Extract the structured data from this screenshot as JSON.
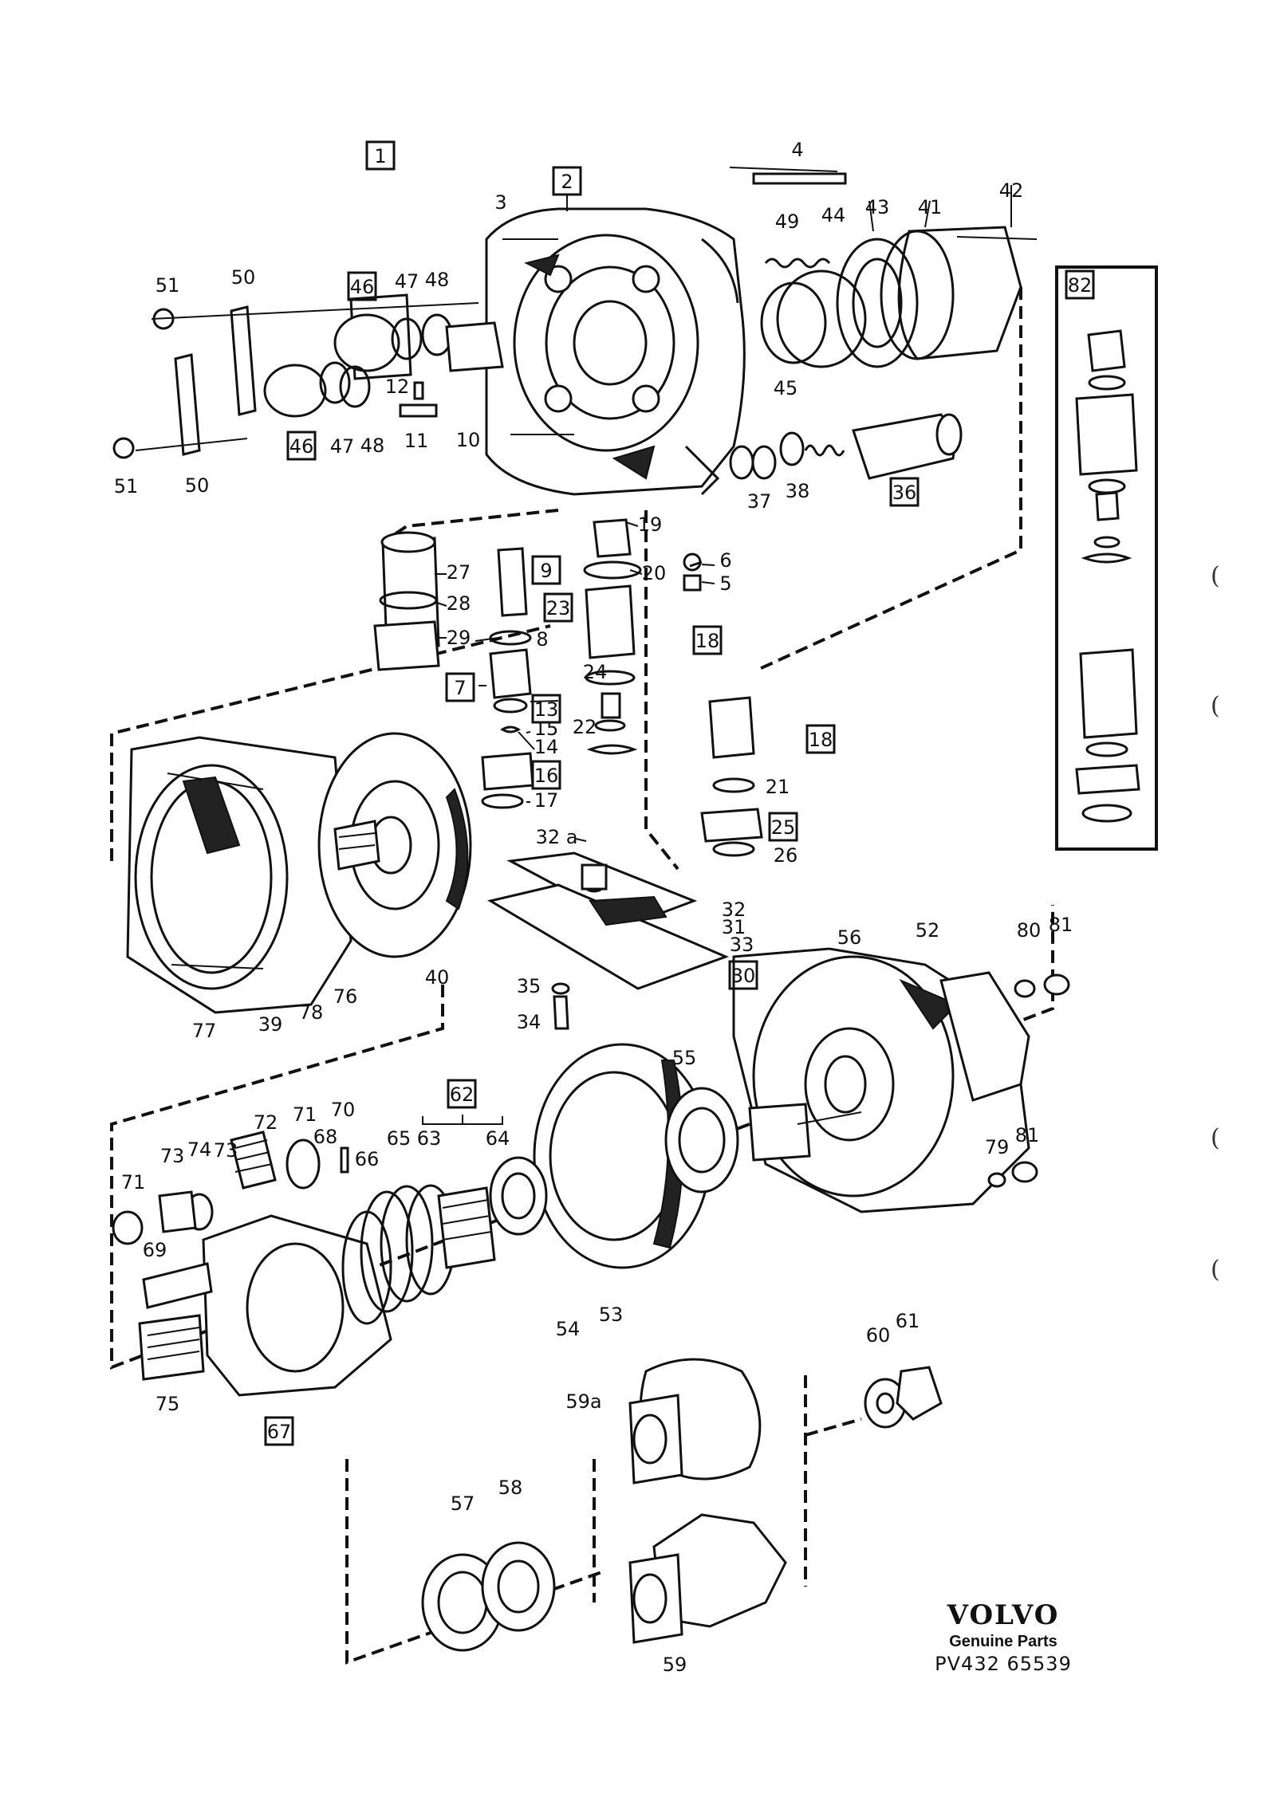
{
  "brand": {
    "logo": "VOLVO",
    "tagline": "Genuine Parts",
    "reference": "PV432 65539"
  },
  "margin_marks": [
    "(",
    "(",
    "(",
    "("
  ],
  "callouts": [
    {
      "id": "c1",
      "text": "1",
      "boxed": true
    },
    {
      "id": "c2",
      "text": "2",
      "boxed": true
    },
    {
      "id": "c3",
      "text": "3",
      "boxed": false
    },
    {
      "id": "c4",
      "text": "4",
      "boxed": false
    },
    {
      "id": "c5",
      "text": "5",
      "boxed": false
    },
    {
      "id": "c6",
      "text": "6",
      "boxed": false
    },
    {
      "id": "c7",
      "text": "7",
      "boxed": true
    },
    {
      "id": "c8",
      "text": "8",
      "boxed": false
    },
    {
      "id": "c9",
      "text": "9",
      "boxed": true
    },
    {
      "id": "c10",
      "text": "10",
      "boxed": false
    },
    {
      "id": "c11",
      "text": "11",
      "boxed": false
    },
    {
      "id": "c12",
      "text": "12",
      "boxed": false
    },
    {
      "id": "c13",
      "text": "13",
      "boxed": true
    },
    {
      "id": "c14",
      "text": "14",
      "boxed": false
    },
    {
      "id": "c15",
      "text": "15",
      "boxed": false
    },
    {
      "id": "c16",
      "text": "16",
      "boxed": true
    },
    {
      "id": "c17",
      "text": "17",
      "boxed": false
    },
    {
      "id": "c18a",
      "text": "18",
      "boxed": true
    },
    {
      "id": "c18b",
      "text": "18",
      "boxed": true
    },
    {
      "id": "c19",
      "text": "19",
      "boxed": false
    },
    {
      "id": "c20",
      "text": "20",
      "boxed": false
    },
    {
      "id": "c21",
      "text": "21",
      "boxed": false
    },
    {
      "id": "c22",
      "text": "22",
      "boxed": false
    },
    {
      "id": "c23",
      "text": "23",
      "boxed": true
    },
    {
      "id": "c24",
      "text": "24",
      "boxed": false
    },
    {
      "id": "c25",
      "text": "25",
      "boxed": true
    },
    {
      "id": "c26",
      "text": "26",
      "boxed": false
    },
    {
      "id": "c27",
      "text": "27",
      "boxed": false
    },
    {
      "id": "c28",
      "text": "28",
      "boxed": false
    },
    {
      "id": "c29",
      "text": "29",
      "boxed": false
    },
    {
      "id": "c30",
      "text": "30",
      "boxed": true
    },
    {
      "id": "c31",
      "text": "31",
      "boxed": false
    },
    {
      "id": "c32",
      "text": "32",
      "boxed": false
    },
    {
      "id": "c32a",
      "text": "32 a",
      "boxed": false
    },
    {
      "id": "c33",
      "text": "33",
      "boxed": false
    },
    {
      "id": "c34",
      "text": "34",
      "boxed": false
    },
    {
      "id": "c35",
      "text": "35",
      "boxed": false
    },
    {
      "id": "c36",
      "text": "36",
      "boxed": true
    },
    {
      "id": "c37",
      "text": "37",
      "boxed": false
    },
    {
      "id": "c38",
      "text": "38",
      "boxed": false
    },
    {
      "id": "c39",
      "text": "39",
      "boxed": false
    },
    {
      "id": "c40",
      "text": "40",
      "boxed": false
    },
    {
      "id": "c41",
      "text": "41",
      "boxed": false
    },
    {
      "id": "c42",
      "text": "42",
      "boxed": false
    },
    {
      "id": "c43",
      "text": "43",
      "boxed": false
    },
    {
      "id": "c44",
      "text": "44",
      "boxed": false
    },
    {
      "id": "c45",
      "text": "45",
      "boxed": false
    },
    {
      "id": "c46a",
      "text": "46",
      "boxed": true
    },
    {
      "id": "c46b",
      "text": "46",
      "boxed": true
    },
    {
      "id": "c47a",
      "text": "47",
      "boxed": false
    },
    {
      "id": "c47b",
      "text": "47",
      "boxed": false
    },
    {
      "id": "c48a",
      "text": "48",
      "boxed": false
    },
    {
      "id": "c48b",
      "text": "48",
      "boxed": false
    },
    {
      "id": "c49",
      "text": "49",
      "boxed": false
    },
    {
      "id": "c50a",
      "text": "50",
      "boxed": false
    },
    {
      "id": "c50b",
      "text": "50",
      "boxed": false
    },
    {
      "id": "c51a",
      "text": "51",
      "boxed": false
    },
    {
      "id": "c51b",
      "text": "51",
      "boxed": false
    },
    {
      "id": "c52",
      "text": "52",
      "boxed": false
    },
    {
      "id": "c53",
      "text": "53",
      "boxed": false
    },
    {
      "id": "c54",
      "text": "54",
      "boxed": false
    },
    {
      "id": "c55",
      "text": "55",
      "boxed": false
    },
    {
      "id": "c56",
      "text": "56",
      "boxed": false
    },
    {
      "id": "c57",
      "text": "57",
      "boxed": false
    },
    {
      "id": "c58",
      "text": "58",
      "boxed": false
    },
    {
      "id": "c59",
      "text": "59",
      "boxed": false
    },
    {
      "id": "c59a",
      "text": "59a",
      "boxed": false
    },
    {
      "id": "c60",
      "text": "60",
      "boxed": false
    },
    {
      "id": "c61",
      "text": "61",
      "boxed": false
    },
    {
      "id": "c62",
      "text": "62",
      "boxed": true
    },
    {
      "id": "c63",
      "text": "63",
      "boxed": false
    },
    {
      "id": "c64",
      "text": "64",
      "boxed": false
    },
    {
      "id": "c65",
      "text": "65",
      "boxed": false
    },
    {
      "id": "c66",
      "text": "66",
      "boxed": false
    },
    {
      "id": "c67",
      "text": "67",
      "boxed": true
    },
    {
      "id": "c68",
      "text": "68",
      "boxed": false
    },
    {
      "id": "c69",
      "text": "69",
      "boxed": false
    },
    {
      "id": "c70",
      "text": "70",
      "boxed": false
    },
    {
      "id": "c71a",
      "text": "71",
      "boxed": false
    },
    {
      "id": "c71b",
      "text": "71",
      "boxed": false
    },
    {
      "id": "c72",
      "text": "72",
      "boxed": false
    },
    {
      "id": "c73a",
      "text": "73",
      "boxed": false
    },
    {
      "id": "c73b",
      "text": "73",
      "boxed": false
    },
    {
      "id": "c74",
      "text": "74",
      "boxed": false
    },
    {
      "id": "c75",
      "text": "75",
      "boxed": false
    },
    {
      "id": "c76",
      "text": "76",
      "boxed": false
    },
    {
      "id": "c77",
      "text": "77",
      "boxed": false
    },
    {
      "id": "c78",
      "text": "78",
      "boxed": false
    },
    {
      "id": "c79",
      "text": "79",
      "boxed": false
    },
    {
      "id": "c80",
      "text": "80",
      "boxed": false
    },
    {
      "id": "c81a",
      "text": "81",
      "boxed": false
    },
    {
      "id": "c81b",
      "text": "81",
      "boxed": false
    },
    {
      "id": "c82",
      "text": "82",
      "boxed": true
    }
  ]
}
